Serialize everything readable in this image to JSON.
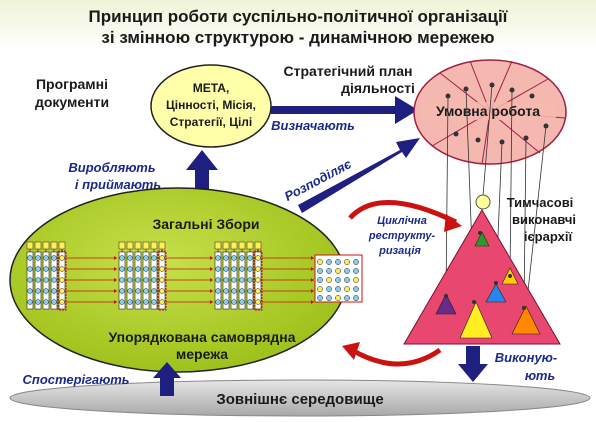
{
  "title": {
    "line1": "Принцип роботи суспільно-політичної організації",
    "line2": "зі змінною структурою - динамічною мережею"
  },
  "nodes": {
    "program_docs": {
      "line1": "Програмні",
      "line2": "документи"
    },
    "goal": {
      "line1": "МЕТА,",
      "line2": "Цінності, Місія,",
      "line3": "Стратегії, Цілі"
    },
    "strategic_plan": {
      "line1": "Стратегічний план",
      "line2": "діяльності"
    },
    "conditional_work": "Умовна робота",
    "general_meeting": "Загальні Збори",
    "network": {
      "line1": "Упорядкована самоврядна",
      "line2": "мережа"
    },
    "temp_hierarchies": {
      "line1": "Тимчасові",
      "line2": "виконавчі",
      "line3": "ієрархії"
    },
    "environment": "Зовнішнє середовище"
  },
  "arrows": {
    "determine": "Визначають",
    "develop": {
      "line1": "Виробляють",
      "line2": "і приймають"
    },
    "distribute": "Розподіляє",
    "cyclic": {
      "line1": "Циклічна",
      "line2": "реструкту-",
      "line3": "ризація"
    },
    "execute": {
      "line1": "Виконую-",
      "line2": "ють"
    },
    "observe": "Спостерігають"
  },
  "colors": {
    "title": "#1a1a1a",
    "arrow_text": "#1a2a8a",
    "big_arrow": "#1f1f80",
    "red_arrow": "#cc1111",
    "goal_fill": "#ffffaa",
    "meeting_fill": "#aacc22",
    "plan_fill": "#f4b8b0",
    "pyramid_fill": "#e84870",
    "environment_fill": "#c4c4c4"
  }
}
